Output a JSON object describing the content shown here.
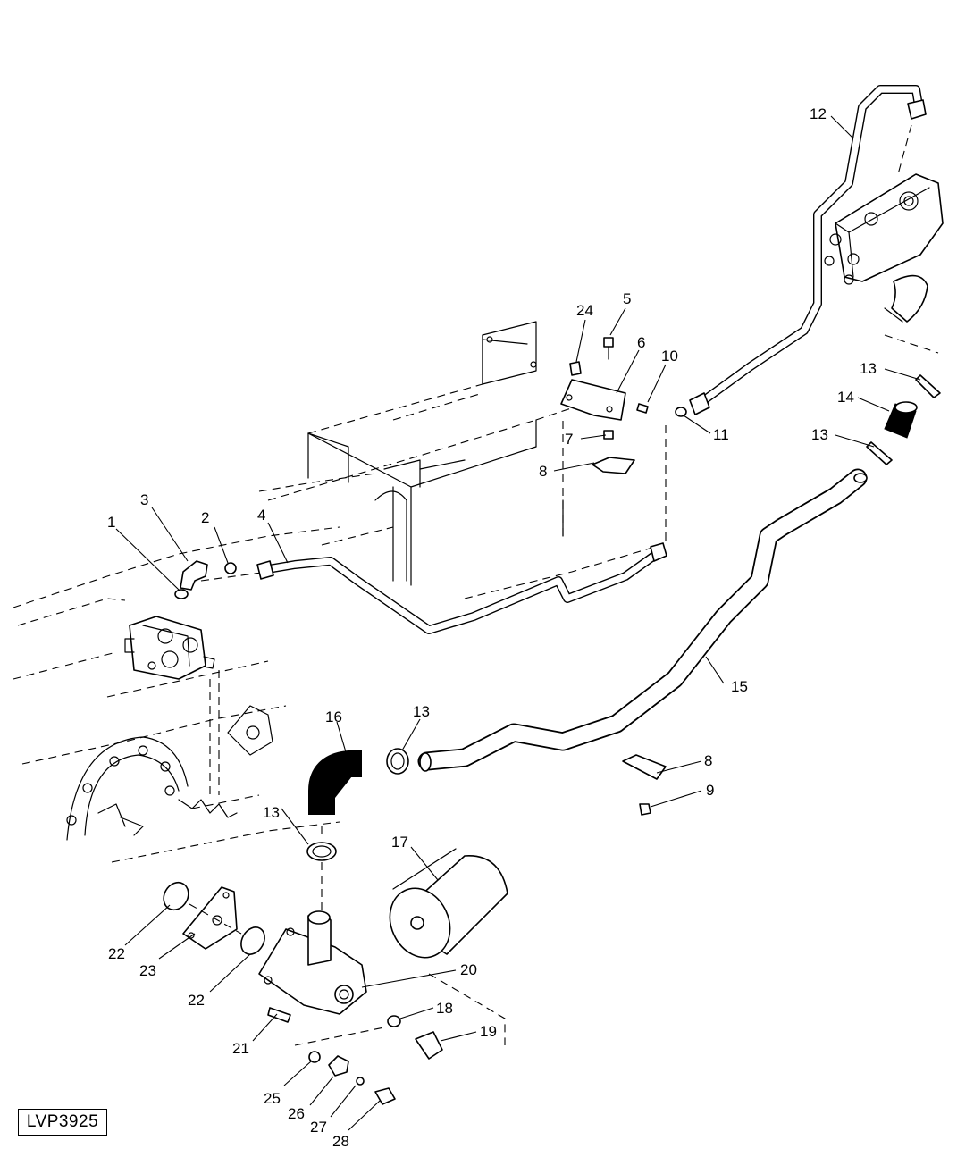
{
  "figure_id": "LVP3925",
  "callouts": [
    {
      "label": "1"
    },
    {
      "label": "2"
    },
    {
      "label": "3"
    },
    {
      "label": "4"
    },
    {
      "label": "5"
    },
    {
      "label": "6"
    },
    {
      "label": "7"
    },
    {
      "label": "8"
    },
    {
      "label": "10"
    },
    {
      "label": "11"
    },
    {
      "label": "12"
    },
    {
      "label": "13"
    },
    {
      "label": "14"
    },
    {
      "label": "13"
    },
    {
      "label": "15"
    },
    {
      "label": "16"
    },
    {
      "label": "13"
    },
    {
      "label": "8"
    },
    {
      "label": "9"
    },
    {
      "label": "13"
    },
    {
      "label": "17"
    },
    {
      "label": "20"
    },
    {
      "label": "22"
    },
    {
      "label": "23"
    },
    {
      "label": "22"
    },
    {
      "label": "18"
    },
    {
      "label": "19"
    },
    {
      "label": "21"
    },
    {
      "label": "25"
    },
    {
      "label": "26"
    },
    {
      "label": "27"
    },
    {
      "label": "28"
    },
    {
      "label": "24"
    }
  ]
}
